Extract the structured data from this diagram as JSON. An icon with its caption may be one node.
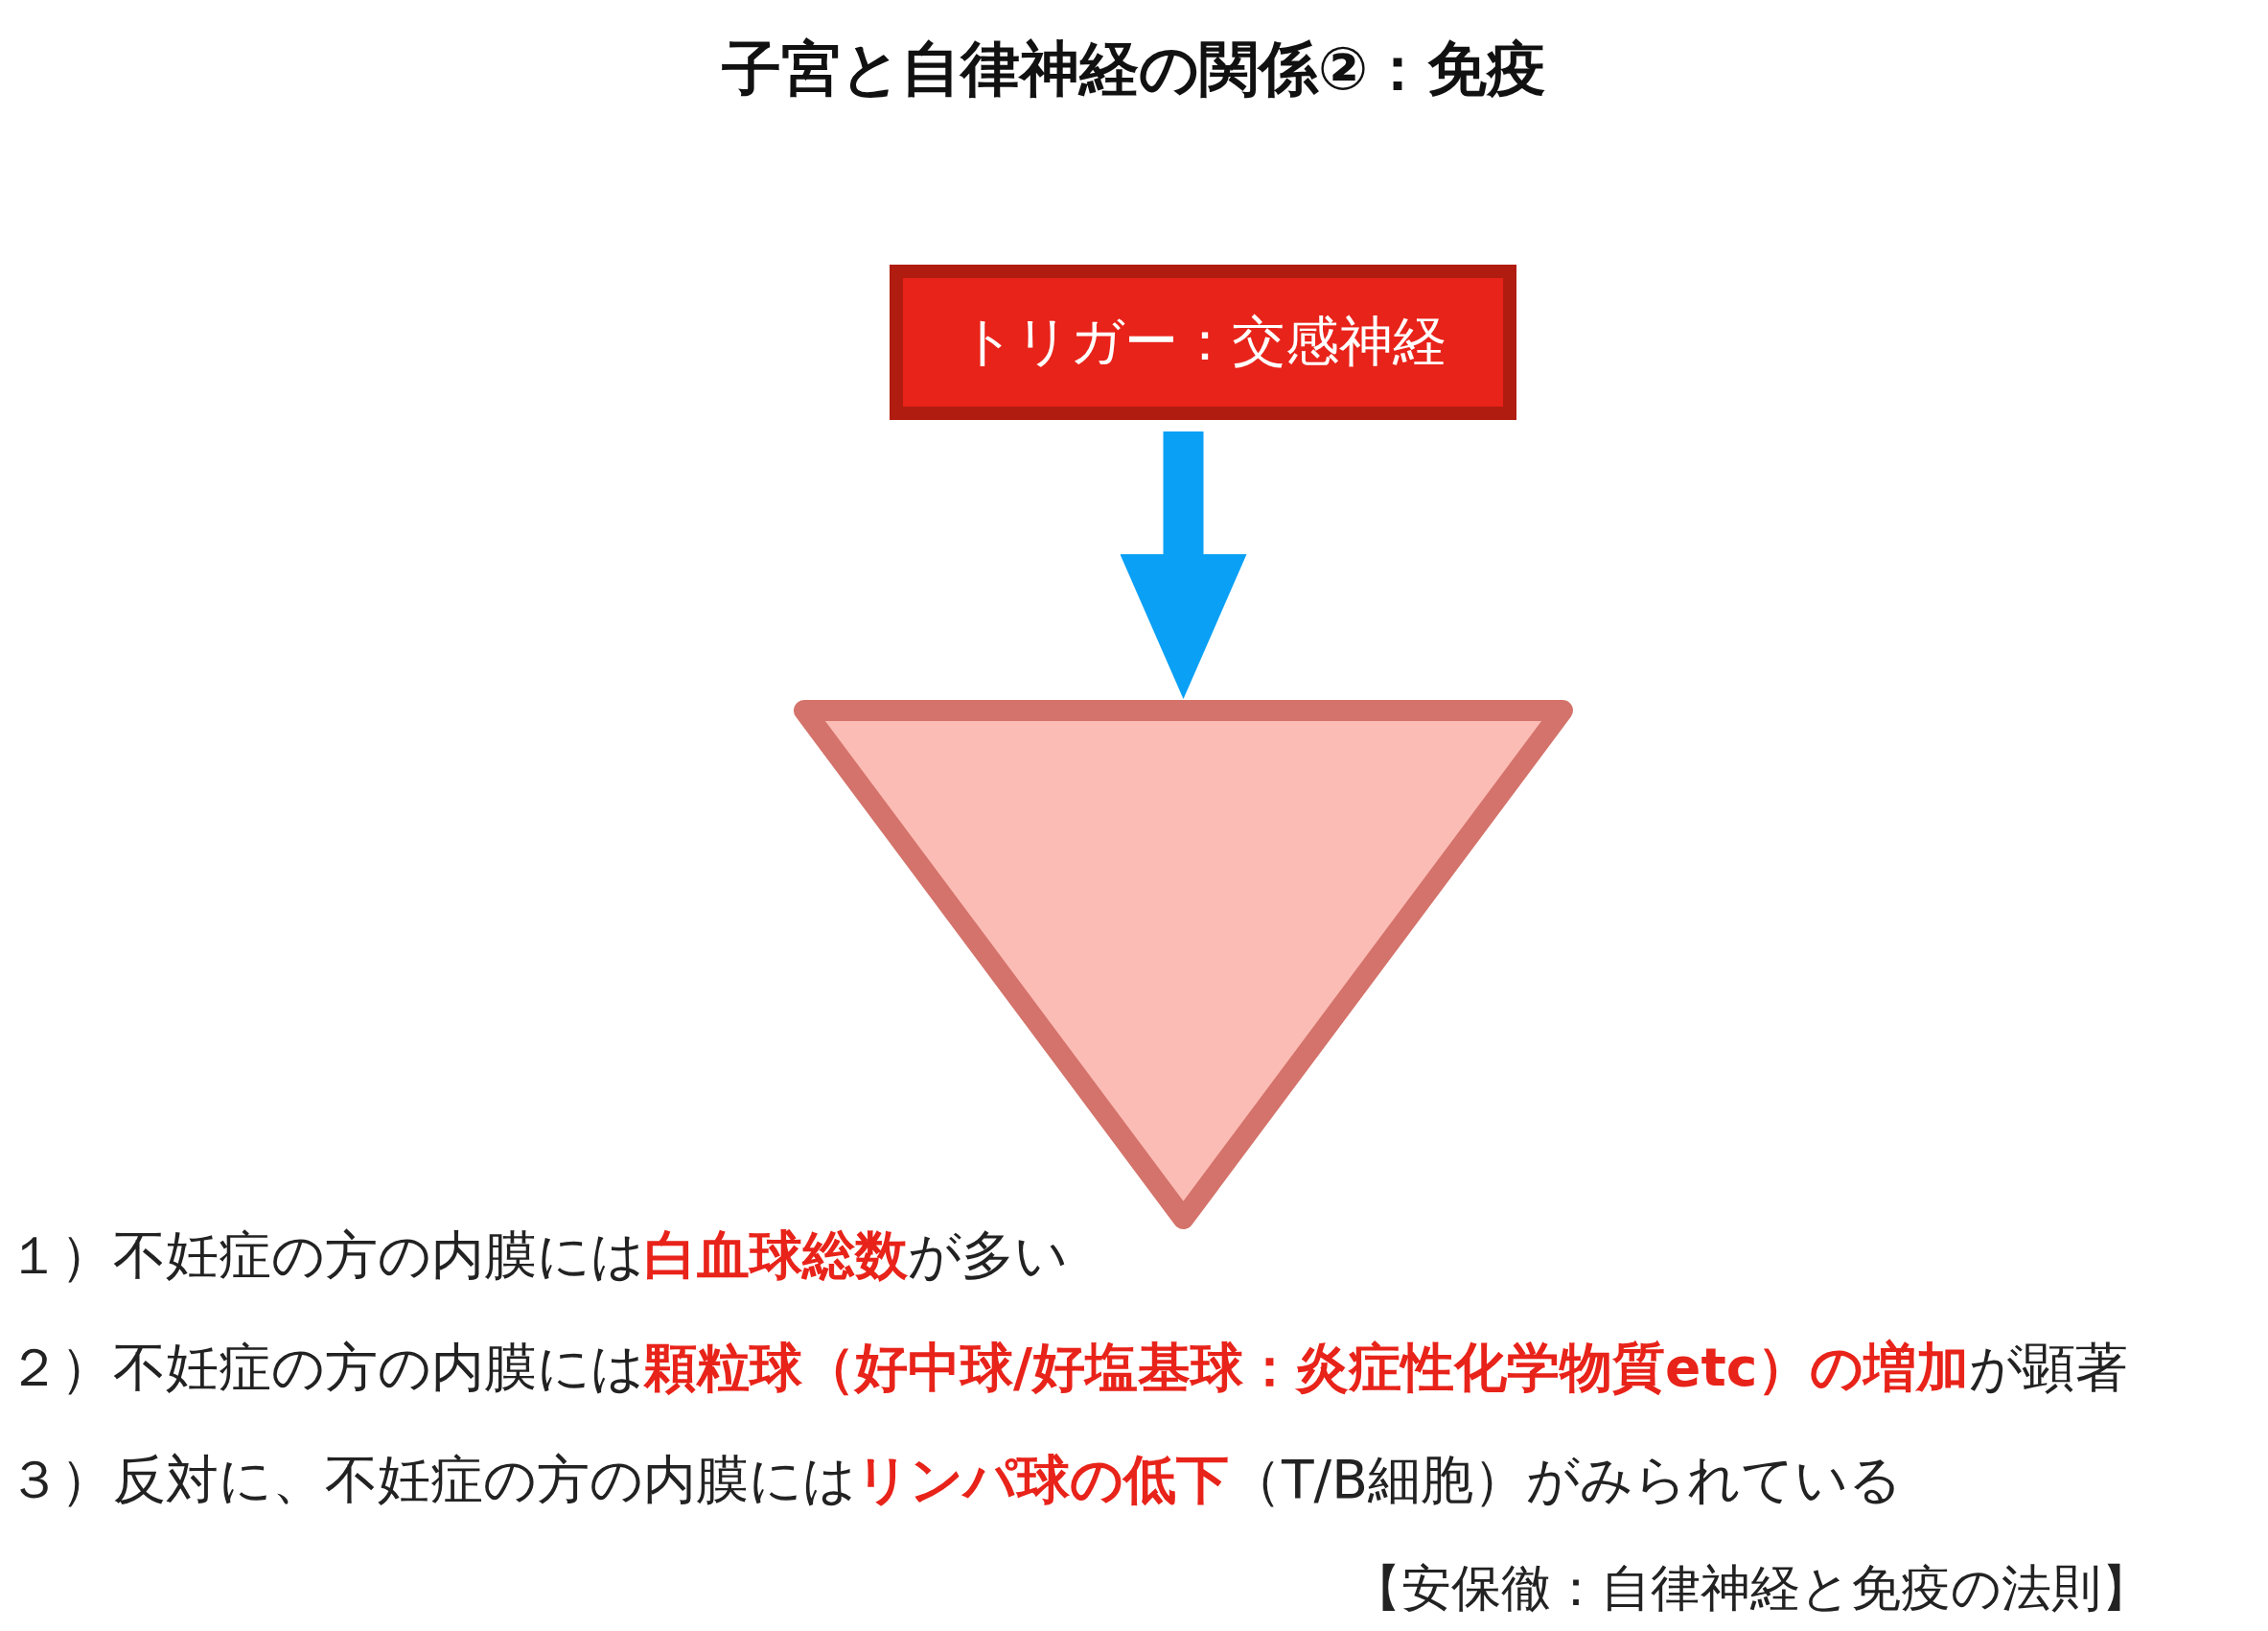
{
  "diagram": {
    "title": "子宮と自律神経の関係②：免疫",
    "nodes": [
      {
        "text": [
          "トリガー：交感神経"
        ]
      },
      {
        "text": [],
        "shape": "triangle"
      }
    ],
    "edges": [
      {
        "from": 0,
        "to": 1,
        "arrow": "to"
      }
    ],
    "labels": [
      "１）不妊症の方の内膜には**白血球総数**が多い",
      "２）不妊症の方の内膜には**顆粒球（好中球/好塩基球：炎症性化学物質etc）の増加**が顕著",
      "３）反対に、不妊症の方の内膜には**リンパ球の低下**（T/B細胞）がみられている",
      "【安保徹：自律神経と免疫の法則】"
    ]
  }
}
